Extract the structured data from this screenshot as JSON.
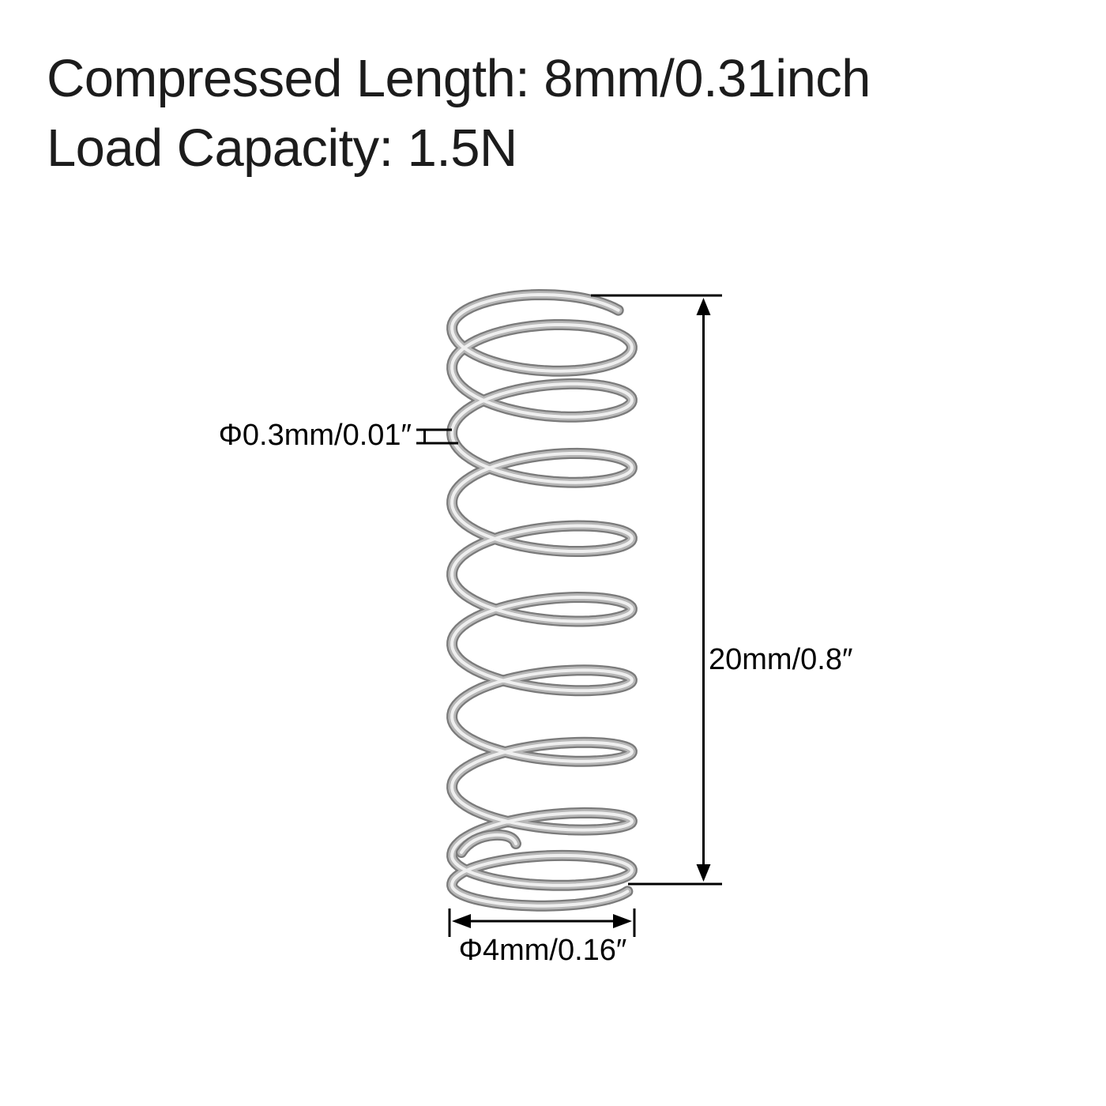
{
  "header": {
    "line1": "Compressed Length: 8mm/0.31inch",
    "line2": "Load Capacity: 1.5N"
  },
  "dimensions": {
    "wire_diameter": {
      "label": "Φ0.3mm/0.01″"
    },
    "length": {
      "label": "20mm/0.8″"
    },
    "outer_diameter": {
      "label": "Φ4mm/0.16″"
    }
  },
  "colors": {
    "background": "#ffffff",
    "title_text": "#1c1c1c",
    "dimension_lines": "#000000",
    "spring_dark": "#7a7a7a",
    "spring_mid": "#b7b7b7",
    "spring_highlight": "#efefef"
  }
}
